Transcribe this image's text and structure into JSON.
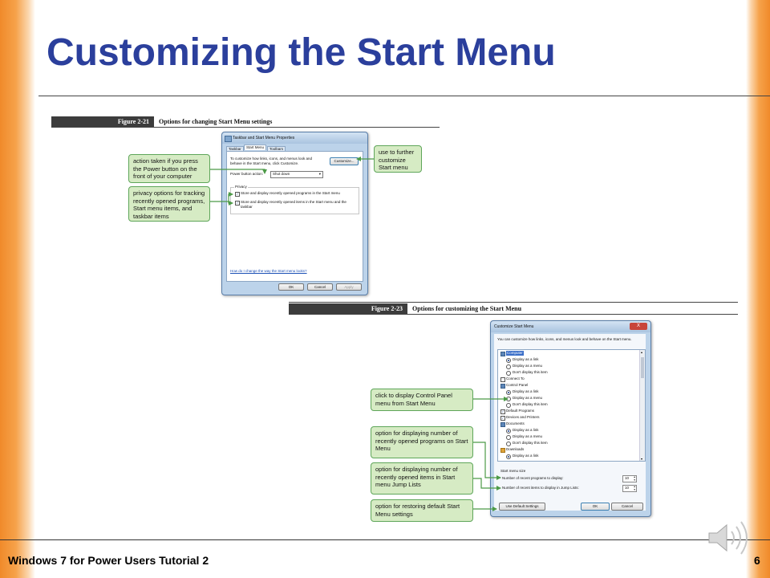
{
  "slide": {
    "title": "Customizing the Start Menu",
    "footer": "Windows 7 for Power Users Tutorial 2",
    "page_number": "6"
  },
  "figure_top": {
    "label": "Figure 2-21",
    "caption": "Options for changing Start Menu settings",
    "window": {
      "title": "Taskbar and Start Menu Properties",
      "tabs": [
        "Taskbar",
        "Start Menu",
        "Toolbars"
      ],
      "intro_text": "To customize how links, icons, and menus look and behave in the Start menu, click Customize.",
      "customize_button": "Customize...",
      "power_label": "Power button action:",
      "power_value": "Shut down",
      "privacy_group": "Privacy",
      "privacy_opt1": "Store and display recently opened programs in the Start menu",
      "privacy_opt2": "Store and display recently opened items in the Start menu and the taskbar",
      "help_link": "How do I change the way the Start menu looks?",
      "ok_button": "OK",
      "cancel_button": "Cancel",
      "apply_button": "Apply"
    },
    "callouts": {
      "power": "action taken if you press the Power button on the front of your computer",
      "privacy": "privacy options for tracking recently opened programs, Start menu items, and taskbar items",
      "customize": "use to further customize Start menu"
    }
  },
  "figure_bottom": {
    "label": "Figure 2-23",
    "caption": "Options for customizing the Start Menu",
    "window": {
      "title": "Customize Start Menu",
      "close": "X",
      "intro_text": "You can customize how links, icons, and menus look and behave on the Start menu.",
      "list": {
        "computer": "Computer",
        "r_link": "Display as a link",
        "r_menu": "Display as a menu",
        "r_dont": "Don't display this item",
        "connect_to": "Connect To",
        "control_panel": "Control Panel",
        "default_programs": "Default Programs",
        "devices_printers": "Devices and Printers",
        "documents": "Documents",
        "downloads": "Downloads"
      },
      "size_group": "Start menu size",
      "recent_programs_label": "Number of recent programs to display:",
      "recent_programs_value": "10",
      "recent_items_label": "Number of recent items to display in Jump Lists:",
      "recent_items_value": "10",
      "default_button": "Use Default Settings",
      "ok_button": "OK",
      "cancel_button": "Cancel"
    },
    "callouts": {
      "control_panel": "click to display Control Panel menu from Start Menu",
      "recent_programs": "option for displaying number of recently opened programs on Start Menu",
      "recent_items": "option for displaying number of recently opened items in Start menu Jump Lists",
      "defaults": "option for restoring default Start Menu settings"
    }
  }
}
